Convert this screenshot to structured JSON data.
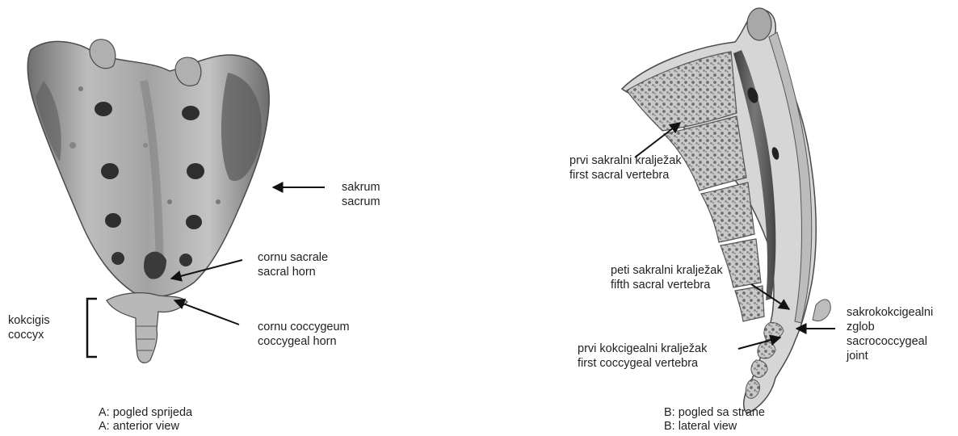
{
  "panel_a": {
    "labels": {
      "sacrum_hr": "sakrum",
      "sacrum_en": "sacrum",
      "sacral_horn_la": "cornu sacrale",
      "sacral_horn_en": "sacral horn",
      "coccygeal_horn_la": "cornu coccygeum",
      "coccygeal_horn_en": "coccygeal horn",
      "coccyx_hr": "kokcigis",
      "coccyx_en": "coccyx"
    },
    "caption": {
      "line1": "A: pogled sprijeda",
      "line2": "A: anterior view"
    }
  },
  "panel_b": {
    "labels": {
      "first_sacral_hr": "prvi sakralni kralježak",
      "first_sacral_en": "first sacral vertebra",
      "fifth_sacral_hr": "peti sakralni kralježak",
      "fifth_sacral_en": "fifth sacral vertebra",
      "first_coccygeal_hr": "prvi kokcigealni kralježak",
      "first_coccygeal_en": "first coccygeal vertebra",
      "joint_hr_1": "sakrokokcigealni",
      "joint_hr_2": "zglob",
      "joint_en_1": "sacrococcygeal",
      "joint_en_2": "joint"
    },
    "caption": {
      "line1": "B: pogled sa strane",
      "line2": "B: lateral view"
    }
  }
}
